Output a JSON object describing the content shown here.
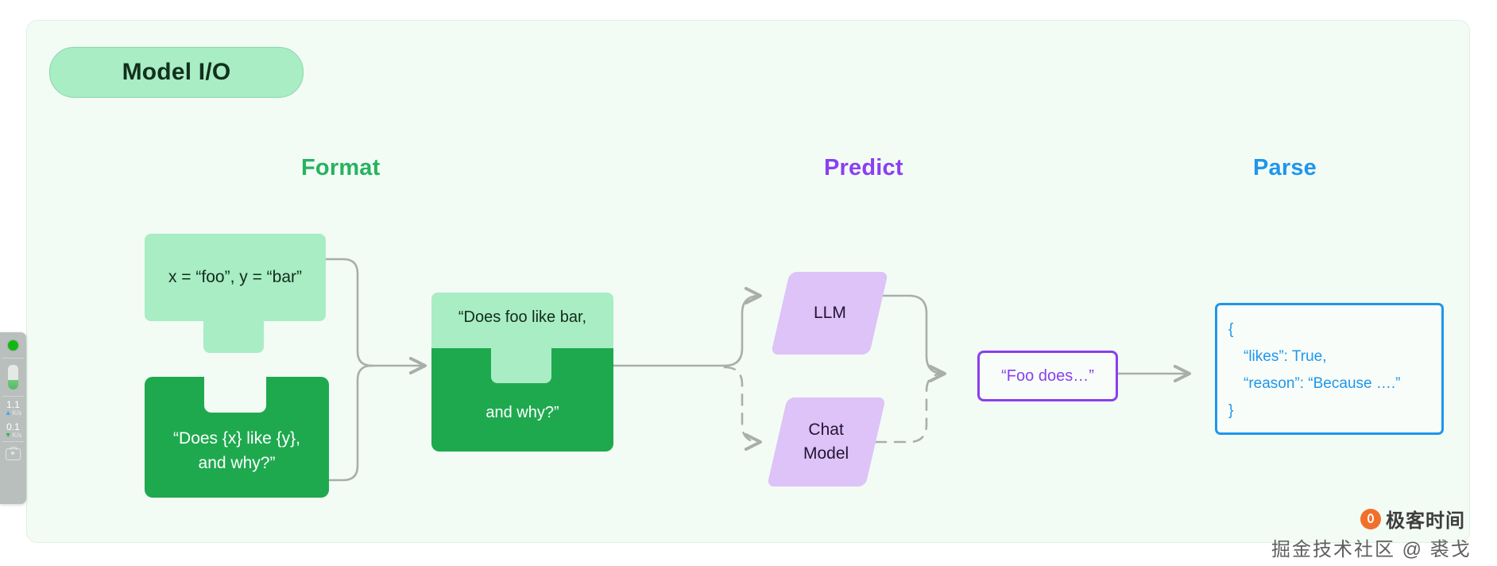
{
  "badge": {
    "label": "Model I/O"
  },
  "columns": {
    "format": {
      "label": "Format",
      "color": "#26b35f"
    },
    "predict": {
      "label": "Predict",
      "color": "#8a3ff0"
    },
    "parse": {
      "label": "Parse",
      "color": "#1e96ed"
    }
  },
  "blocks": {
    "variables": {
      "text": "x = “foo”, y = “bar”",
      "color": "#a8edc4"
    },
    "template": {
      "line1": "“Does {x} like {y},",
      "line2": "and why?”",
      "color": "#1fa94f"
    },
    "merged": {
      "line1": "“Does foo like bar,",
      "line2": "and why?”"
    },
    "llm": {
      "label": "LLM",
      "color": "#ddc3f7"
    },
    "chat_model": {
      "line1": "Chat",
      "line2": "Model",
      "color": "#ddc3f7"
    },
    "response": {
      "text": "“Foo does…”",
      "color": "#8a3ff0"
    },
    "json_output": {
      "line1": "{",
      "line2": "“likes”: True,",
      "line3": "“reason”: “Because ….”",
      "line4": "}",
      "color": "#1e96ed"
    }
  },
  "netspeed": {
    "status_dot": "status-green",
    "upload": {
      "value": "1.1",
      "unit": "K/s",
      "arrow": "⬆"
    },
    "download": {
      "value": "0.1",
      "unit": "K/s",
      "arrow": "⬇"
    },
    "camera_icon": "camera-icon"
  },
  "watermarks": {
    "geek_time": "极客时间",
    "juejin": "掘金技术社区 @ 裘戈"
  }
}
